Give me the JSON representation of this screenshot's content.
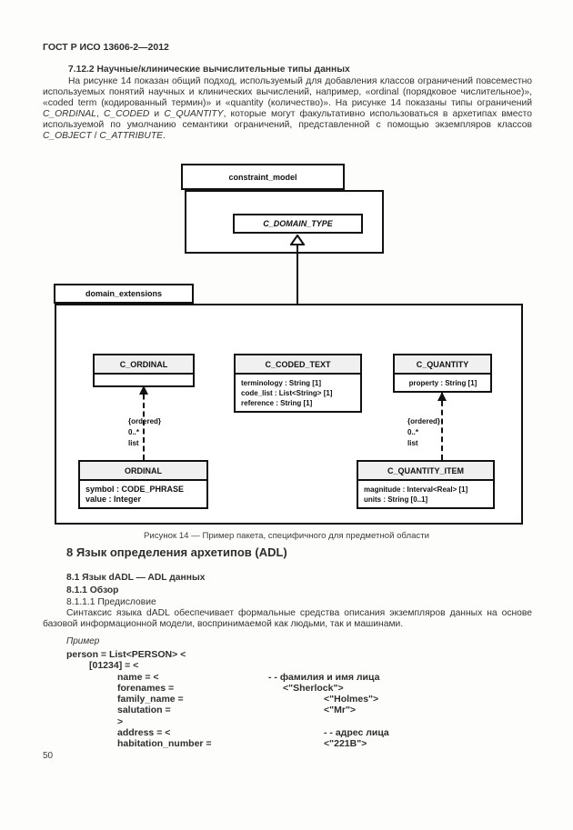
{
  "header": {
    "title": "ГОСТ Р ИСО 13606-2—2012"
  },
  "page": {
    "number": "50"
  },
  "section_7": {
    "heading": "7.12.2 Научные/клинические вычислительные типы данных",
    "paragraph_rich": [
      {
        "t": "На рисунке 14 показан общий подход, используемый для добавления классов ограничений повсеместно используемых понятий научных и клинических вычислений, например, «ordinal (порядковое числительное)», «coded term (кодированный термин)» и «quantity (количество)». На рисунке 14 показаны типы ограничений "
      },
      {
        "t": "C_ORDINAL",
        "i": true
      },
      {
        "t": ", "
      },
      {
        "t": "C_CODED",
        "i": true
      },
      {
        "t": " и "
      },
      {
        "t": "C_QUANTITY",
        "i": true
      },
      {
        "t": ", которые могут факультативно использоваться в архетипах вместо используемой по умолчанию семантики ограничений, представленной с помощью экземпляров классов "
      },
      {
        "t": "C_OBJECT",
        "i": true
      },
      {
        "t": " / "
      },
      {
        "t": "C_ATTRIBUTE",
        "i": true
      },
      {
        "t": "."
      }
    ]
  },
  "figure": {
    "caption": "Рисунок 14 — Пример пакета, специфичного для предметной области"
  },
  "diagram": {
    "packages": {
      "constraint_model": {
        "label": "constraint_model"
      },
      "domain_extensions": {
        "label": "domain_extensions"
      }
    },
    "classes": {
      "c_domain_type": {
        "name": "C_DOMAIN_TYPE"
      },
      "c_ordinal": {
        "name": "C_ORDINAL"
      },
      "c_coded_text": {
        "name": "C_CODED_TEXT",
        "attrs": [
          "terminology : String [1]",
          "code_list : List<String> [1]",
          "reference : String [1]"
        ]
      },
      "c_quantity": {
        "name": "C_QUANTITY",
        "attrs": [
          "property : String [1]"
        ]
      },
      "ordinal": {
        "name": "ORDINAL",
        "attrs": [
          "symbol : CODE_PHRASE",
          "value : Integer"
        ]
      },
      "c_quantity_item": {
        "name": "C_QUANTITY_ITEM",
        "attrs": [
          "magnitude : Interval<Real> [1]",
          "units : String [0..1]"
        ]
      }
    },
    "associations": {
      "left": {
        "labels": [
          "{ordered}",
          "0..*",
          "list"
        ]
      },
      "right": {
        "labels": [
          "{ordered}",
          "0..*",
          "list"
        ]
      }
    }
  },
  "section_8": {
    "heading": "8 Язык определения архетипов (ADL)",
    "sub1": "8.1 Язык dADL — ADL данных",
    "sub2": "8.1.1 Обзор",
    "sub3": "8.1.1.1 Предисловие",
    "paragraph": "Синтаксис языка dADL обеспечивает формальные средства описания экземпляров данных на основе базовой информационной модели, воспринимаемой как людьми, так и машинами."
  },
  "example": {
    "label": "Пример",
    "code_lines": [
      {
        "indent": 0,
        "left": "person = List<PERSON> <",
        "right": "",
        "col": ""
      },
      {
        "indent": 1,
        "left": "[01234] = <",
        "right": "",
        "col": ""
      },
      {
        "indent": 2,
        "left": "name = <",
        "right": "- - фамилия и имя лица",
        "col": "a"
      },
      {
        "indent": 2,
        "left": "forenames =",
        "right": "<\"Sherlock\">",
        "col": "b"
      },
      {
        "indent": 2,
        "left": "family_name =",
        "right": "<\"Holmes\">",
        "col": "c"
      },
      {
        "indent": 2,
        "left": "salutation =",
        "right": "<\"Mr\">",
        "col": "c"
      },
      {
        "indent": 2,
        "left": ">",
        "right": "",
        "col": ""
      },
      {
        "indent": 2,
        "left": "address = <",
        "right": "- - адрес лица",
        "col": "c"
      },
      {
        "indent": 2,
        "left": "habitation_number =",
        "right": "<\"221B\">",
        "col": "c"
      }
    ]
  }
}
